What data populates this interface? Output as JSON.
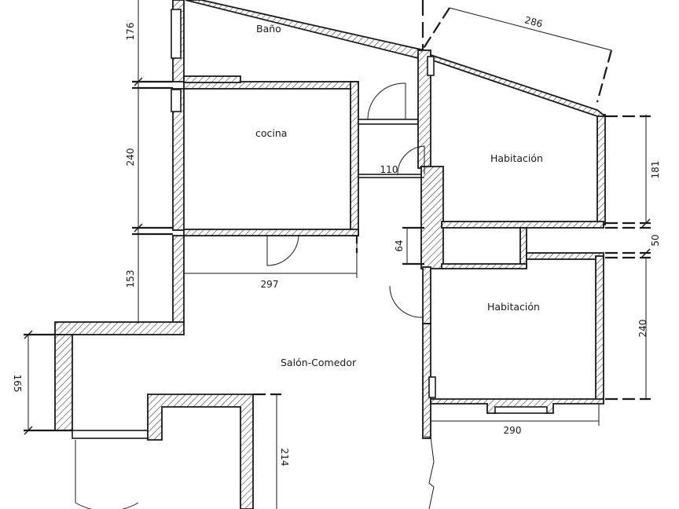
{
  "rooms": {
    "bano": "Baño",
    "cocina": "cocina",
    "habitacion_1": "Habitación",
    "habitacion_2": "Habitación",
    "salon": "Salón-Comedor"
  },
  "dimensions": {
    "d176": "176",
    "d240_left": "240",
    "d153": "153",
    "d165": "165",
    "d297": "297",
    "d110": "110",
    "d64": "64",
    "d286": "286",
    "d181": "181",
    "d50": "50",
    "d240_right": "240",
    "d290": "290",
    "d214": "214"
  },
  "colors": {
    "line": "#1a1a1a",
    "background": "#ffffff"
  }
}
